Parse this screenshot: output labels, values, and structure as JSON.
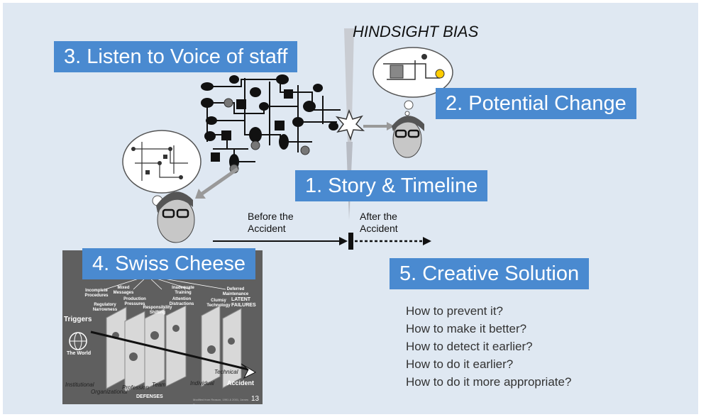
{
  "heading": "HINDSIGHT BIAS",
  "labels": {
    "listen": "3. Listen to Voice of staff",
    "potential": "2. Potential Change",
    "story": "1. Story & Timeline",
    "swiss": "4. Swiss Cheese",
    "creative": "5. Creative Solution"
  },
  "timeline": {
    "before": "Before the Accident",
    "after": "After the Accident"
  },
  "questions": [
    "How to prevent it?",
    "How to make it better?",
    "How to detect it earlier?",
    "How to do it earlier?",
    "How to do it more appropriate?"
  ],
  "swiss_cheese": {
    "hazards": [
      "Incomplete Procedures",
      "Mixed Messages",
      "Regulatory Narrowness",
      "Production Pressures",
      "Responsibility Shifting",
      "Inadequate Training",
      "Attention Distractions",
      "Deferred Maintenance",
      "Clumsy Technology"
    ],
    "latent": "LATENT FAILURES",
    "triggers": "Triggers",
    "world": "The World",
    "accident": "Accident",
    "defenses": "DEFENSES",
    "layers": [
      "Institutional",
      "Organizational",
      "Profession",
      "Team",
      "Individual",
      "Technical"
    ],
    "credit": "Modified from Reason, 1991 & 2001, James Reason",
    "page": "13"
  },
  "colors": {
    "panel": "#dfe8f2",
    "label_box": "#4a8ad0"
  }
}
